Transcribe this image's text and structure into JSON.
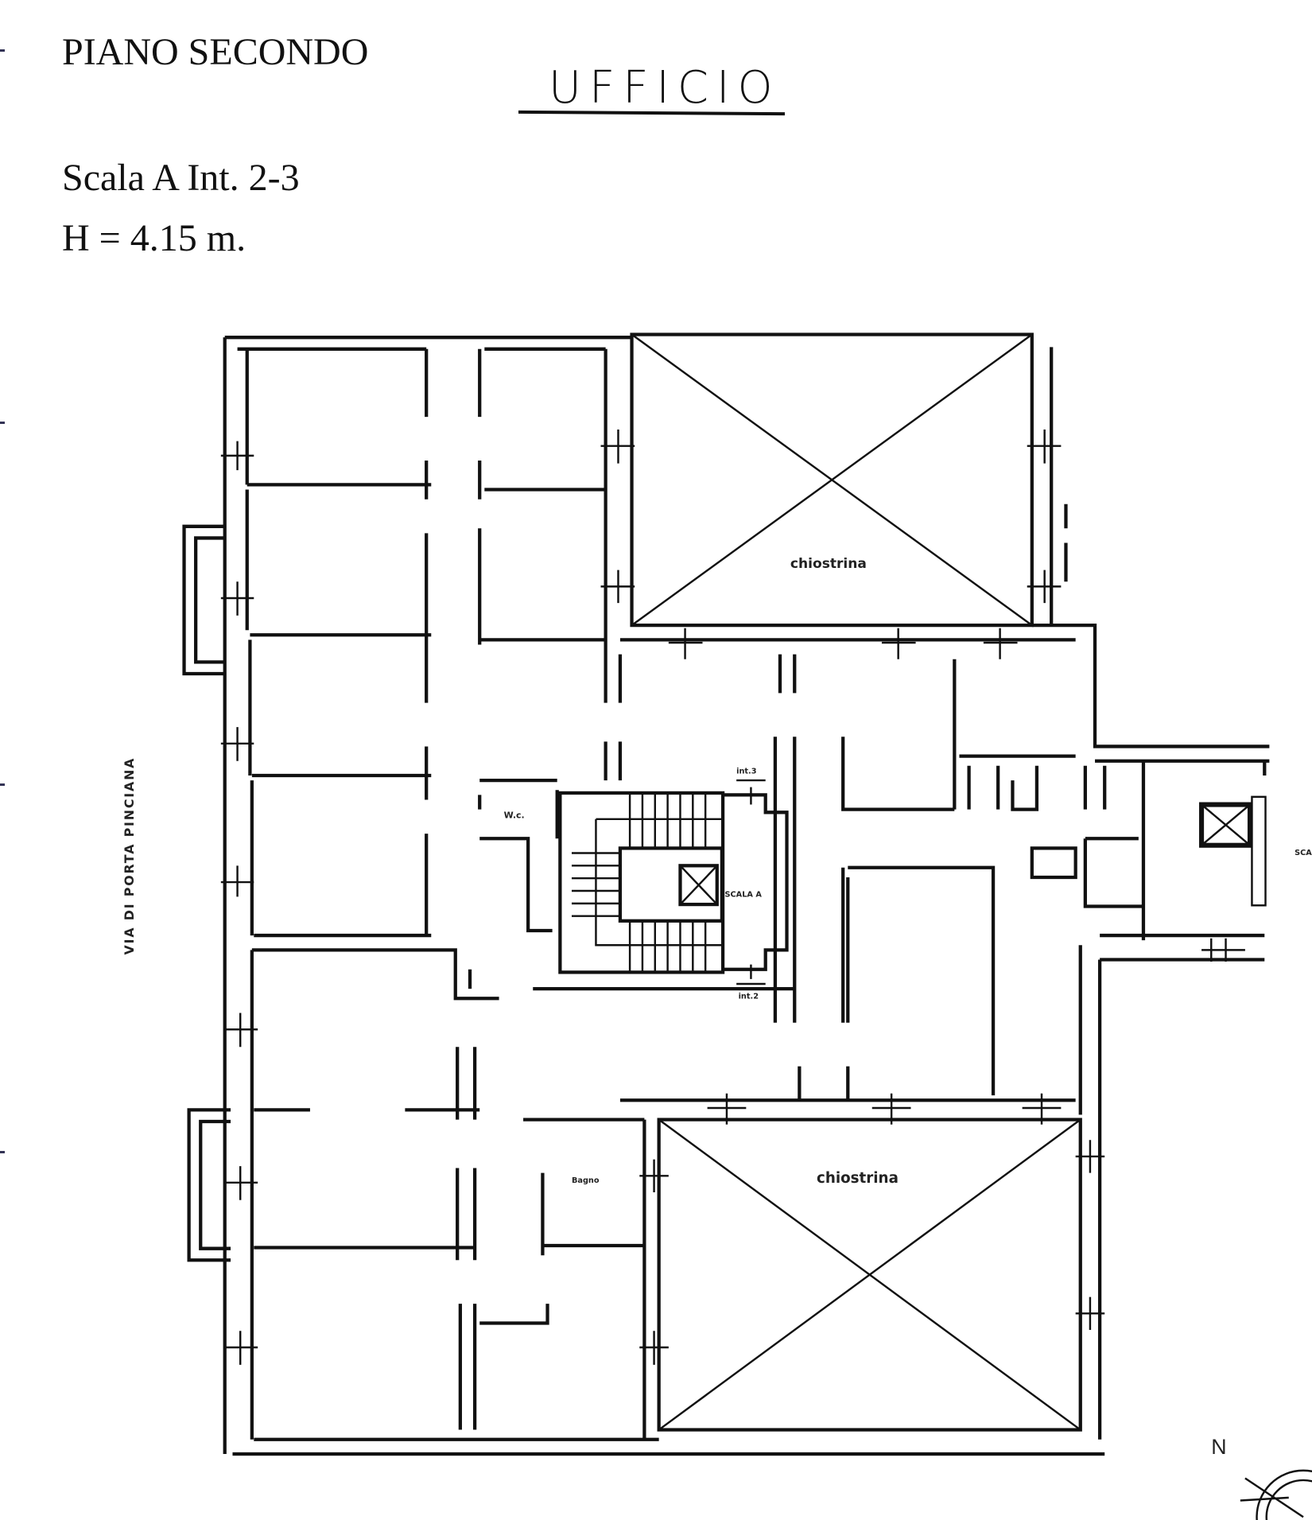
{
  "header": {
    "title": "PIANO SECONDO",
    "handwritten_label": "UFFICIO",
    "stair_unit": "Scala A  Int. 2-3",
    "ceiling_height": "H = 4.15 m."
  },
  "plan": {
    "street": "VIA DI PORTA PINCIANA",
    "courtyard_top": "chiostrina",
    "courtyard_bottom": "chiostrina",
    "wc": "W.c.",
    "stair": "SCALA A",
    "unit_top": "int.3",
    "unit_bottom": "int.2",
    "bathroom": "Bagno",
    "right_edge_partial": "SCA",
    "north": "N"
  }
}
